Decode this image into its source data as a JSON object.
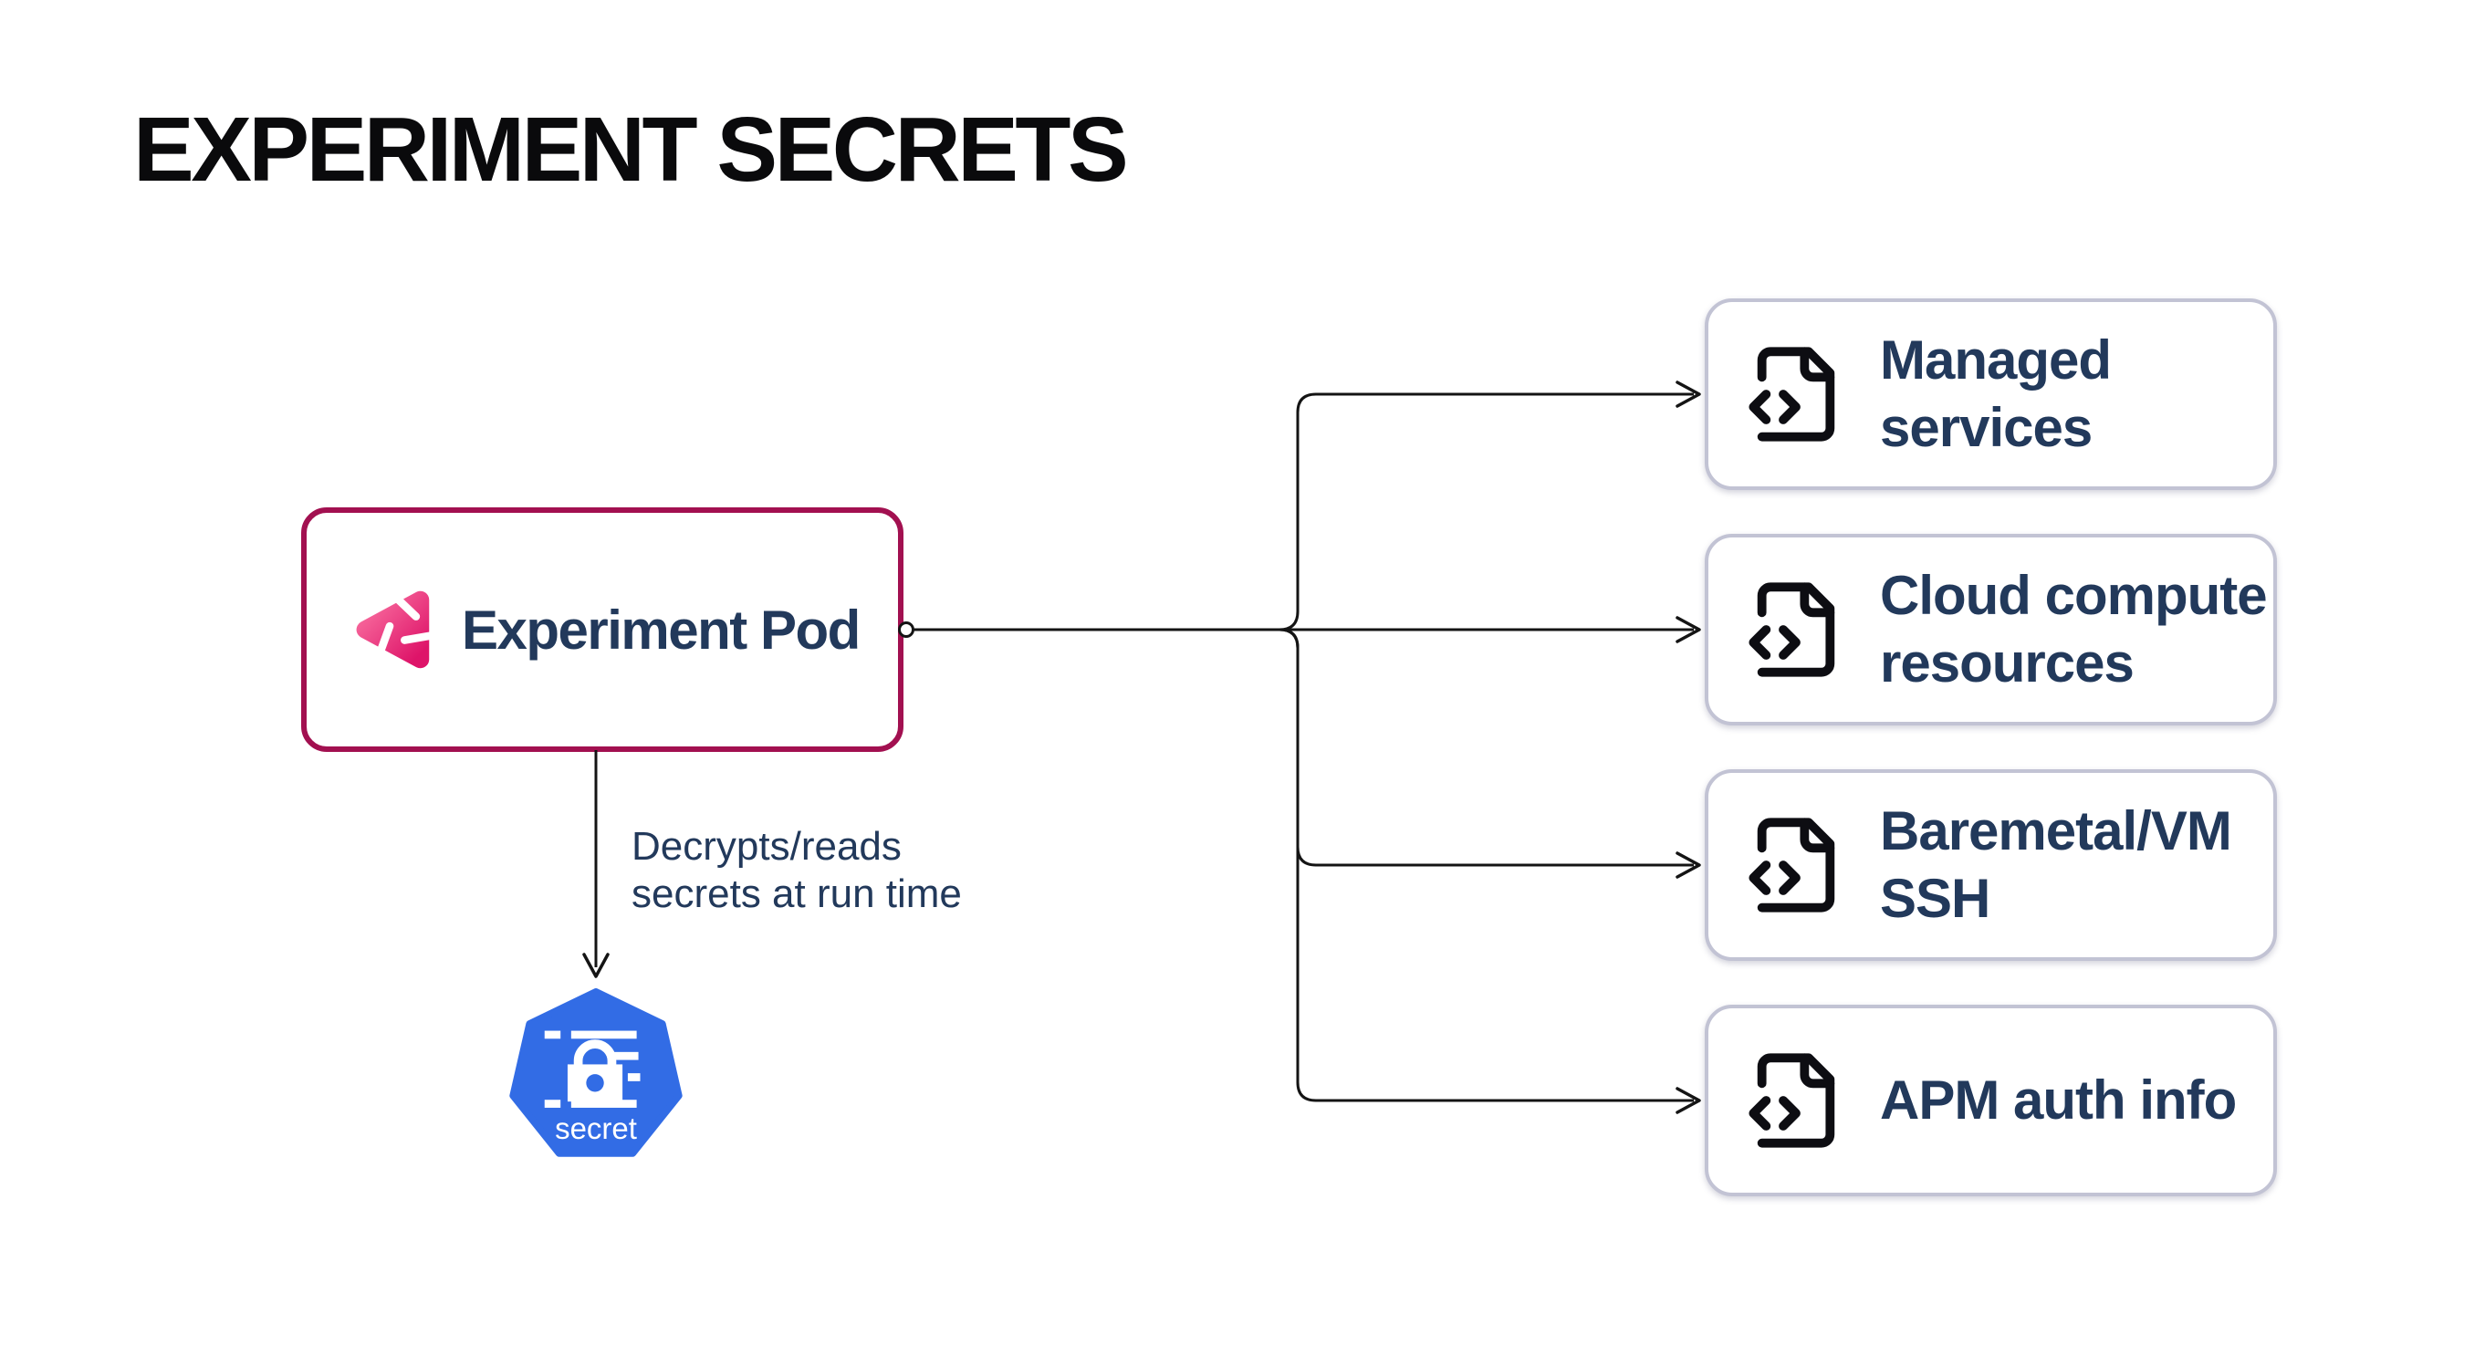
{
  "title": "EXPERIMENT SECRETS",
  "pod": {
    "label": "Experiment Pod",
    "icon": "litmus-chaos-icon"
  },
  "edge_label": "Decrypts/reads\nsecrets at run time",
  "secret_node": {
    "label": "secret",
    "icon": "kubernetes-secret-heptagon-icon"
  },
  "targets": [
    {
      "label": "Managed\nservices",
      "icon": "file-code-icon"
    },
    {
      "label": "Cloud compute\nresources",
      "icon": "file-code-icon"
    },
    {
      "label": "Baremetal/VM\nSSH",
      "icon": "file-code-icon"
    },
    {
      "label": "APM auth info",
      "icon": "file-code-icon"
    }
  ],
  "colors": {
    "background": "#FFFFFF",
    "title_text": "#0A0A0C",
    "pod_border": "#A21050",
    "node_text": "#22395B",
    "target_border": "#C2C3D4",
    "wire": "#141414",
    "kubernetes_blue": "#326CE5",
    "litmus_pink_light": "#FA71A1",
    "litmus_pink_dark": "#DE1469",
    "icon_stroke": "#0D0D12"
  }
}
